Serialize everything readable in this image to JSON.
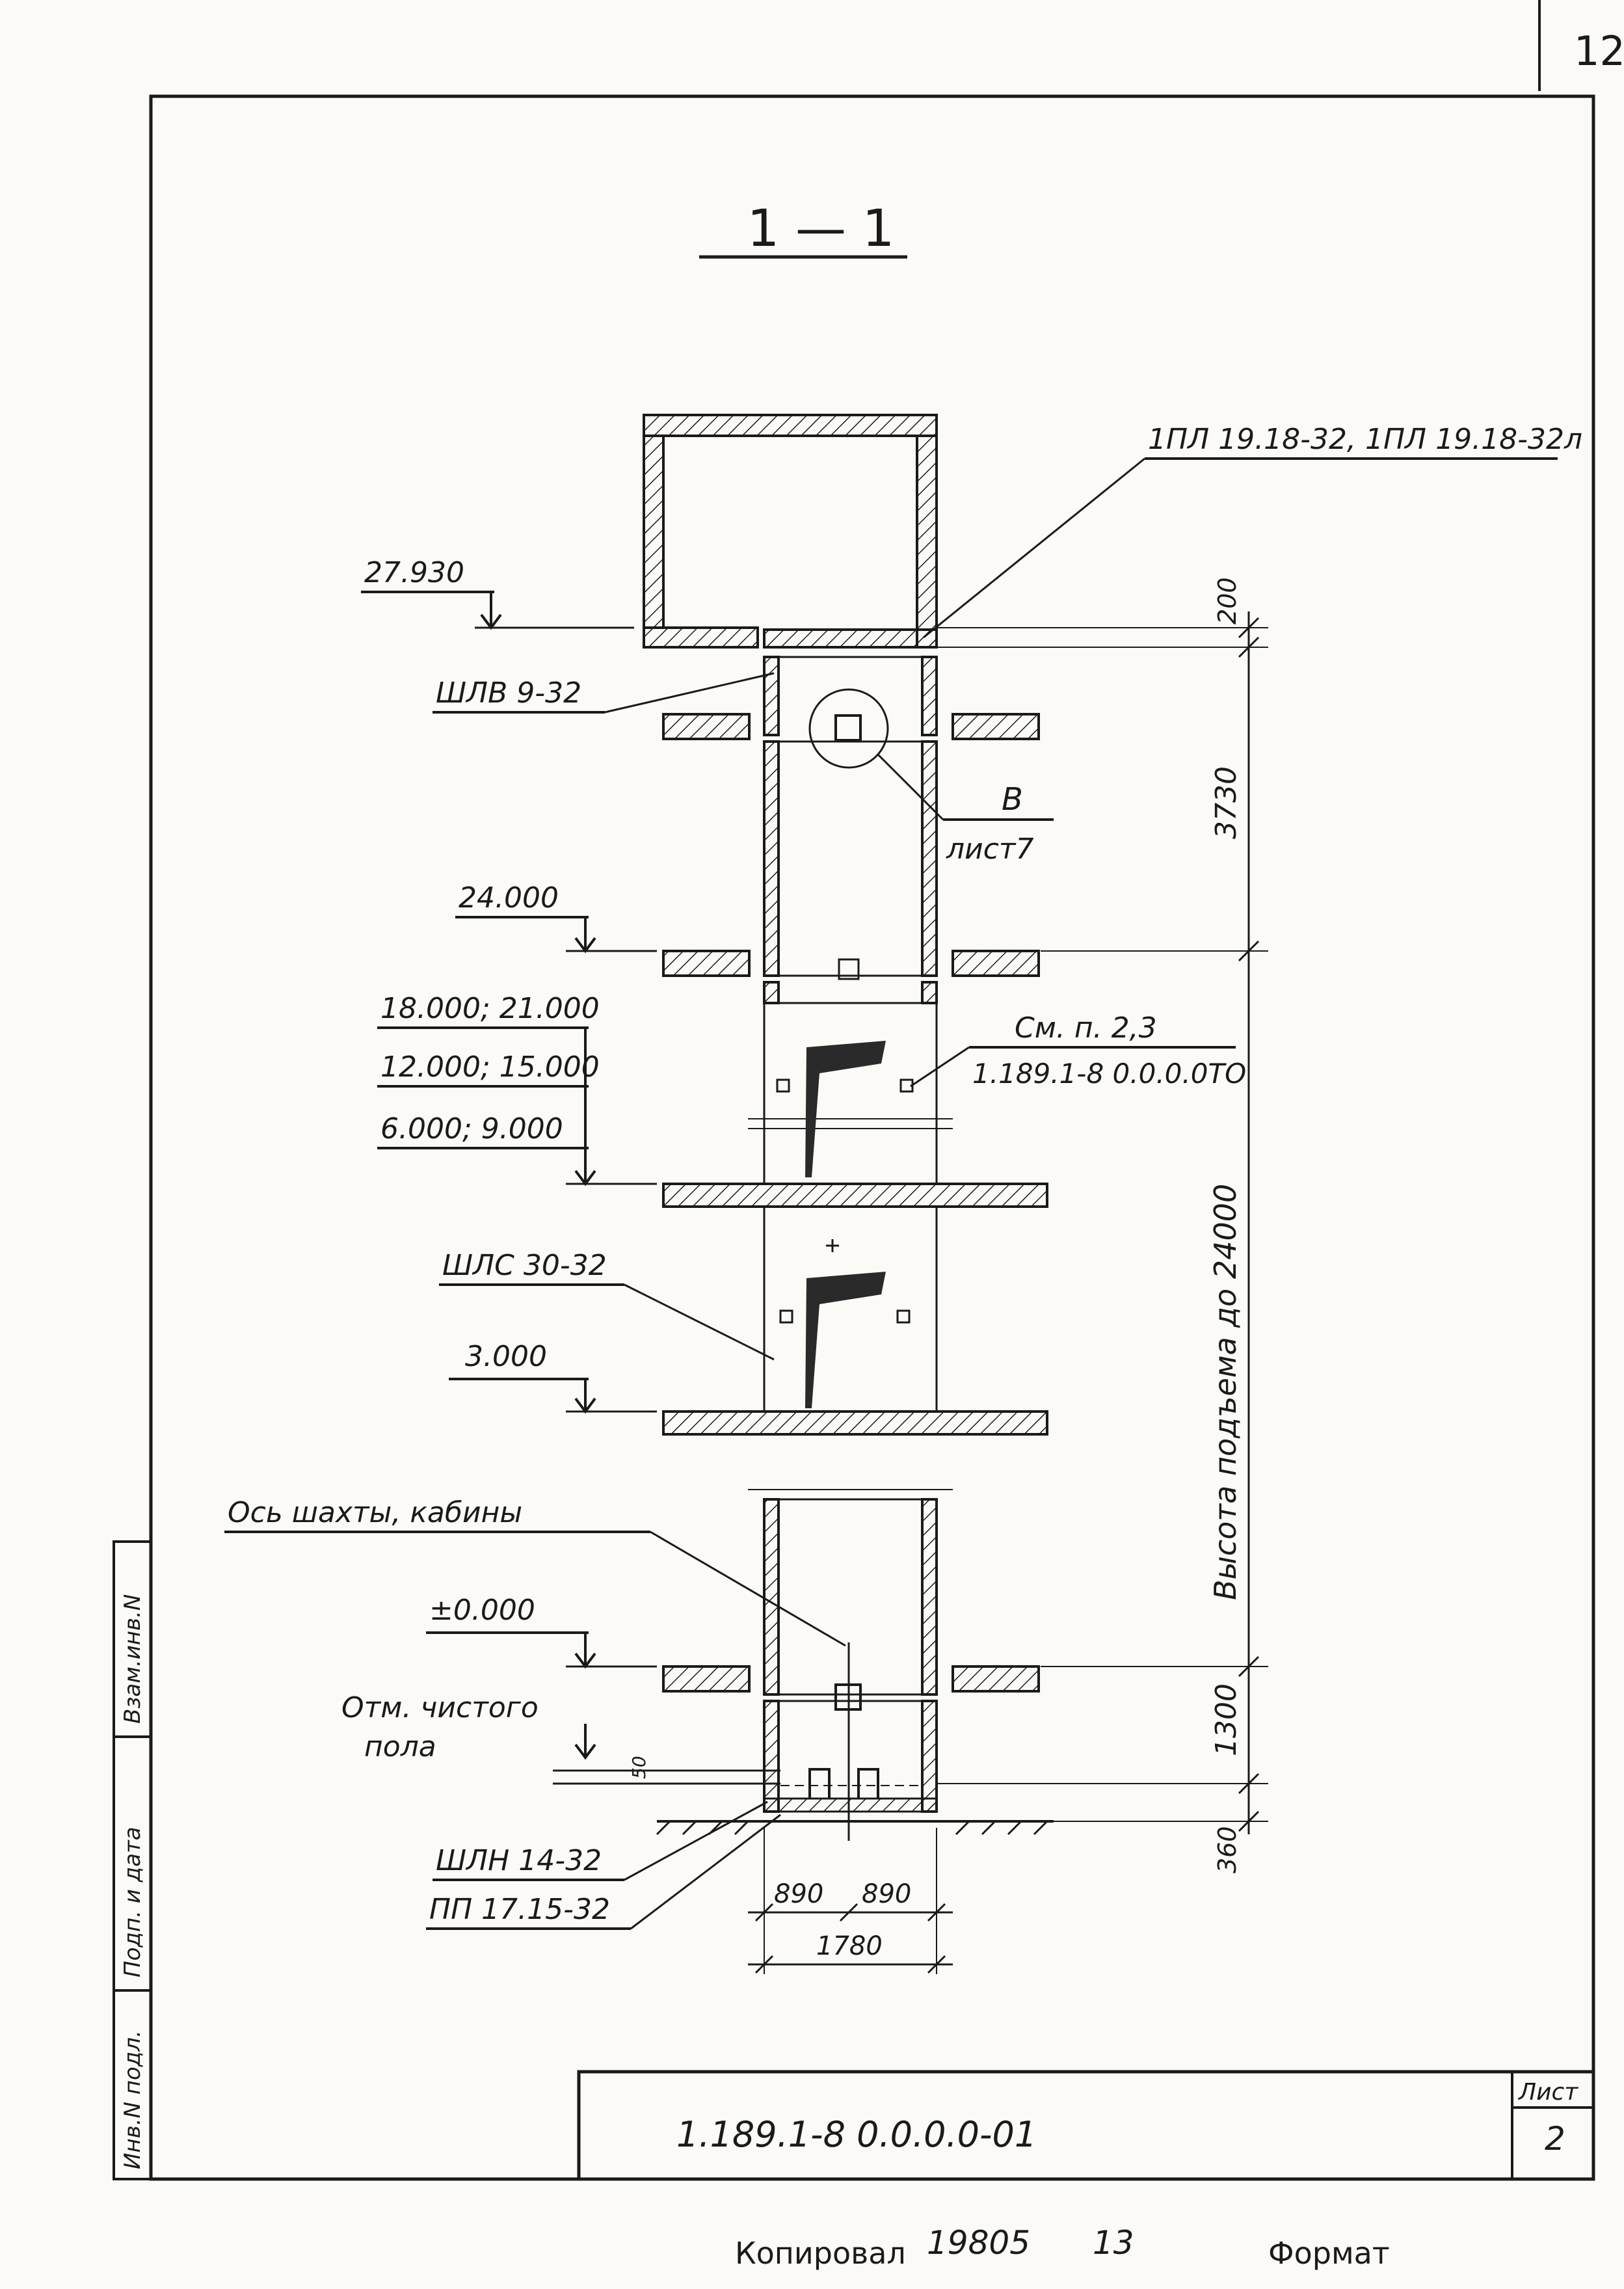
{
  "page_number": "12",
  "section_title": "1 — 1",
  "callouts": {
    "top_plate": "1ПЛ 19.18-32, 1ПЛ 19.18-32л",
    "shlv": "ШЛВ 9-32",
    "node_b": "В",
    "node_sheet": "лист7",
    "see_clause": "См. п. 2,3",
    "see_doc": "1.189.1-8 0.0.0.0ТО",
    "shls": "ШЛС 30-32",
    "axis": "Ось шахты, кабины",
    "floor_mark_line1": "Отм. чистого",
    "floor_mark_line2": "пола",
    "shln": "ШЛН 14-32",
    "pp": "ПП 17.15-32"
  },
  "levels": {
    "top": "27.930",
    "l24": "24.000",
    "l18_21": "18.000; 21.000",
    "l12_15": "12.000; 15.000",
    "l6_9": "6.000; 9.000",
    "l3": "3.000",
    "l0": "±0.000"
  },
  "dimensions": {
    "d200": "200",
    "d3730": "3730",
    "lift_height": "Высота подъема до 24000",
    "d1300": "1300",
    "d360": "360",
    "d50": "50",
    "w890a": "890",
    "w890b": "890",
    "w1780": "1780"
  },
  "stamp": {
    "side_labels": [
      "Инв.N подл.",
      "Подп. и дата",
      "Взам.инв.N"
    ],
    "doc_code": "1.189.1-8 0.0.0.0-01",
    "sheet_label": "Лист",
    "sheet_number": "2"
  },
  "footer": {
    "copied": "Копировал",
    "number": "19805",
    "number2": "13",
    "format": "Формат"
  }
}
